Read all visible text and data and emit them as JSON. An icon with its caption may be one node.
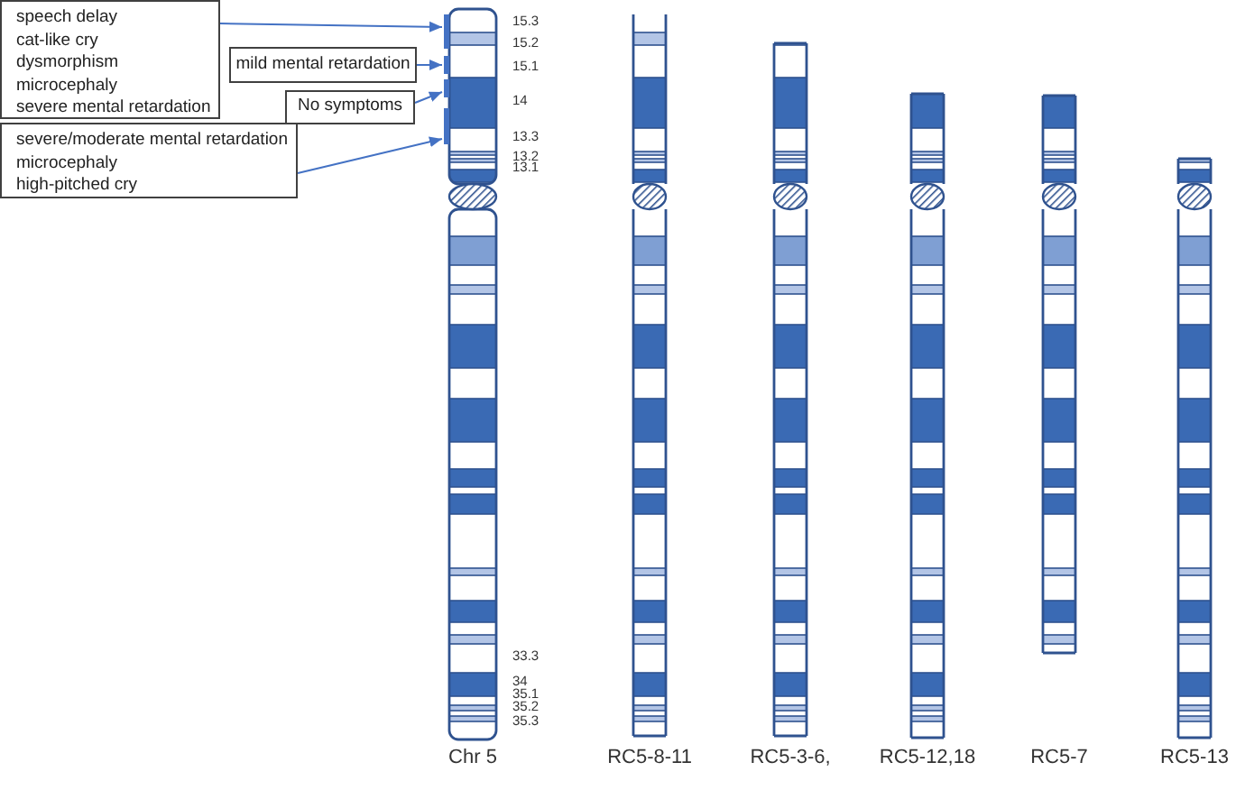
{
  "diagram": {
    "nodes": [
      {
        "text": [
          "speech delay",
          "cat-like cry",
          "dysmorphism",
          "microcephaly",
          "severe mental retardation"
        ]
      },
      {
        "text": [
          "mild mental retardation"
        ]
      },
      {
        "text": [
          "No symptoms"
        ]
      },
      {
        "text": [
          "severe/moderate mental retardation",
          "microcephaly",
          "high-pitched cry"
        ]
      },
      {
        "text": [],
        "shape": "bar"
      },
      {
        "text": [],
        "shape": "bar"
      },
      {
        "text": [],
        "shape": "bar"
      },
      {
        "text": [],
        "shape": "bar"
      }
    ],
    "edges": [
      {
        "from": 0,
        "to": 4,
        "arrow": "to"
      },
      {
        "from": 1,
        "to": 5,
        "arrow": "to"
      },
      {
        "from": 2,
        "to": 6,
        "arrow": "to"
      },
      {
        "from": 3,
        "to": 7,
        "arrow": "to"
      }
    ],
    "labels": [
      "15.3",
      "15.2",
      "15.1",
      "14",
      "13.3",
      "13.2",
      "13.1",
      "33.3",
      "34",
      "35.1",
      "35.2",
      "35.3",
      "Chr 5",
      "RC5-8-11",
      "RC5-3-6,",
      "RC5-12,18",
      "RC5-7",
      "RC5-13"
    ]
  }
}
